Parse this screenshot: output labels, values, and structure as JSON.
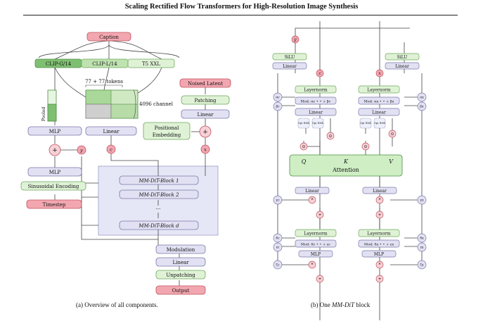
{
  "page_title": "Scaling Rectified Flow Transformers for High-Resolution Image Synthesis",
  "colors": {
    "pink_fill": "#f2a7b0",
    "pink_stroke": "#c0505e",
    "green_fill": "#dff2d6",
    "green_stroke": "#6fa85c",
    "green_dark": "#8fc97a",
    "lavender_fill": "#e2e1f3",
    "lavender_stroke": "#7a77a8",
    "attn_fill": "#cfeec4",
    "blue_block_bg": "#e6e7f6"
  },
  "left": {
    "caption_box": "Caption",
    "text_encoders": [
      "CLIP-G/14",
      "CLIP-L/14",
      "T5 XXL"
    ],
    "tokens_label": "77 + 77 tokens",
    "channel_label": "4096 channel",
    "pooled_label": "Pooled",
    "mlp_top": "MLP",
    "linear_c": "Linear",
    "c_symbol": "c",
    "y_symbol": "y",
    "x_symbol": "x",
    "mlp_bottom": "MLP",
    "sinusoidal": "Sinusoidal Encoding",
    "timestep": "Timestep",
    "noised_latent": "Noised Latent",
    "patching": "Patching",
    "linear_x": "Linear",
    "positional_embedding": "Positional Embedding",
    "blocks": [
      "MM-DiT-Block 1",
      "MM-DiT-Block 2",
      "···",
      "MM-DiT-Block d"
    ],
    "modulation": "Modulation",
    "linear_out": "Linear",
    "unpatching": "Unpatching",
    "output": "Output",
    "figure_caption": "(a) Overview of all components."
  },
  "right": {
    "y_symbol": "y",
    "c_symbol": "c",
    "x_symbol": "x",
    "silu": "SiLU",
    "linear": "Linear",
    "layernorm": "Layernorm",
    "mod_c": "Mod: αc • • + βc",
    "mod_x": "Mod: αx • • + βx",
    "mod_c2": "Mod: δc • • + εc",
    "mod_x2": "Mod: δx • • + εx",
    "opt_rms": "Opt. RMS Norm",
    "q": "Q",
    "k": "K",
    "v": "V",
    "attention": "Attention",
    "mlp": "MLP",
    "alpha_c": "αc",
    "beta_c": "βc",
    "gamma_c": "γc",
    "delta_c": "δc",
    "eps_c": "εc",
    "zeta_c": "ζc",
    "alpha_x": "αx",
    "beta_x": "βx",
    "gamma_x": "γx",
    "delta_x": "δx",
    "eps_x": "εx",
    "zeta_x": "ζx",
    "plus": "+",
    "times": "*",
    "odot": "⊙",
    "figure_caption": "(b) One MM-DiT block"
  }
}
